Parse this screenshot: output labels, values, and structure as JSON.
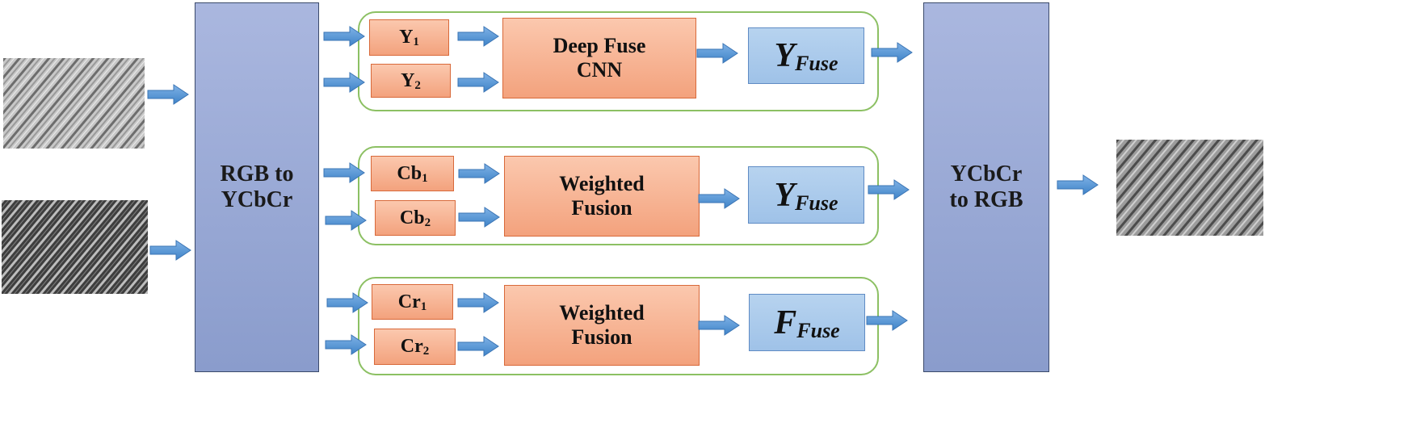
{
  "left_block": {
    "line1": "RGB to",
    "line2": "YCbCr"
  },
  "right_block": {
    "line1": "YCbCr",
    "line2": "to RGB"
  },
  "groups": [
    {
      "inputs": [
        {
          "base": "Y",
          "sub": "1"
        },
        {
          "base": "Y",
          "sub": "2"
        }
      ],
      "process": {
        "line1": "Deep Fuse",
        "line2": "CNN"
      },
      "output": {
        "main": "Y",
        "sub": "Fuse"
      }
    },
    {
      "inputs": [
        {
          "base": "Cb",
          "sub": "1"
        },
        {
          "base": "Cb",
          "sub": "2"
        }
      ],
      "process": {
        "line1": "Weighted",
        "line2": "Fusion"
      },
      "output": {
        "main": "Y",
        "sub": "Fuse"
      }
    },
    {
      "inputs": [
        {
          "base": "Cr",
          "sub": "1"
        },
        {
          "base": "Cr",
          "sub": "2"
        }
      ],
      "process": {
        "line1": "Weighted",
        "line2": "Fusion"
      },
      "output": {
        "main": "F",
        "sub": "Fuse"
      }
    }
  ],
  "colors": {
    "block_blue": "#95a6d6",
    "group_border": "#8cc063",
    "orange_box": "#f4ab86",
    "output_blue": "#a9c9ec",
    "arrow": "#5b9bd5"
  }
}
